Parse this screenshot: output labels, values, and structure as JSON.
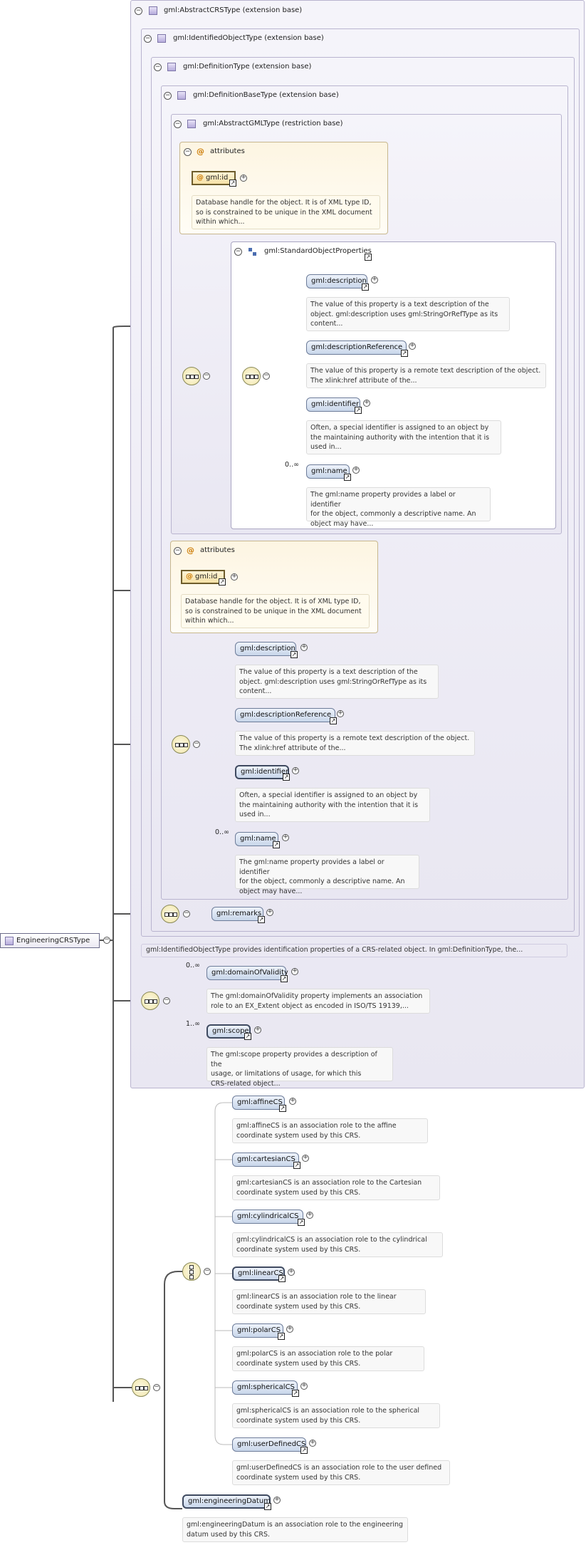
{
  "root": {
    "label": "EngineeringCRSType"
  },
  "types": {
    "abstract_crs": "gml:AbstractCRSType (extension base)",
    "identified_object": "gml:IdentifiedObjectType (extension base)",
    "definition": "gml:DefinitionType (extension base)",
    "definition_base": "gml:DefinitionBaseType (extension base)",
    "abstract_gml": "gml:AbstractGMLType (restriction base)",
    "standard_object_properties": "gml:StandardObjectProperties"
  },
  "attributes": {
    "label": "attributes",
    "id_label": "gml:id",
    "id_desc": "Database handle for the object. It is of XML type ID,\nso is constrained to be unique in the XML document\nwithin which..."
  },
  "props": {
    "description": {
      "label": "gml:description",
      "desc": "The value of this property is a text description of the\nobject. gml:description uses gml:StringOrRefType as its\ncontent..."
    },
    "description_reference": {
      "label": "gml:descriptionReference",
      "desc": "The value of this property is a remote text description of the object.\nThe xlink:href attribute of the..."
    },
    "identifier": {
      "label": "gml:identifier",
      "desc": "Often, a special identifier is assigned to an object by\nthe maintaining authority with the intention that it is\nused in..."
    },
    "name": {
      "label": "gml:name",
      "occurs": "0..∞",
      "desc": "The gml:name property provides a label or identifier\nfor the object, commonly a descriptive name. An\nobject may have..."
    }
  },
  "remarks": {
    "label": "gml:remarks"
  },
  "identified_footer": "gml:IdentifiedObjectType provides identification properties of a CRS-related object. In gml:DefinitionType, the...",
  "crs": {
    "domain_of_validity": {
      "label": "gml:domainOfValidity",
      "occurs": "0..∞",
      "desc": "The gml:domainOfValidity property implements an association\nrole to an EX_Extent object as encoded in ISO/TS 19139,..."
    },
    "scope": {
      "label": "gml:scope",
      "occurs": "1..∞",
      "desc": "The gml:scope property provides a description of the\nusage, or limitations of usage, for which this\nCRS-related object..."
    }
  },
  "cs": [
    {
      "label": "gml:affineCS",
      "desc": "gml:affineCS is an association role to the affine\ncoordinate system used by this CRS."
    },
    {
      "label": "gml:cartesianCS",
      "desc": "gml:cartesianCS is an association role to the Cartesian\ncoordinate system used by this CRS."
    },
    {
      "label": "gml:cylindricalCS",
      "desc": "gml:cylindricalCS is an association role to the cylindrical\ncoordinate system used by this CRS."
    },
    {
      "label": "gml:linearCS",
      "desc": "gml:linearCS is an association role to the linear\ncoordinate system used by this CRS."
    },
    {
      "label": "gml:polarCS",
      "desc": "gml:polarCS is an association role to the polar\ncoordinate system used by this CRS."
    },
    {
      "label": "gml:sphericalCS",
      "desc": "gml:sphericalCS is an association role to the spherical\ncoordinate system used by this CRS."
    },
    {
      "label": "gml:userDefinedCS",
      "desc": "gml:userDefinedCS is an association role to the user defined\ncoordinate system used by this CRS."
    }
  ],
  "datum": {
    "label": "gml:engineeringDatum",
    "desc": "gml:engineeringDatum is an association role to the engineering\ndatum used by this CRS."
  },
  "icons": {
    "collapse": "minus-circle-icon",
    "expand": "plus-circle-icon",
    "link": "arrow-link-icon",
    "sequence": "sequence-icon",
    "choice": "choice-icon",
    "attribute": "at-icon",
    "type": "complex-type-icon"
  }
}
